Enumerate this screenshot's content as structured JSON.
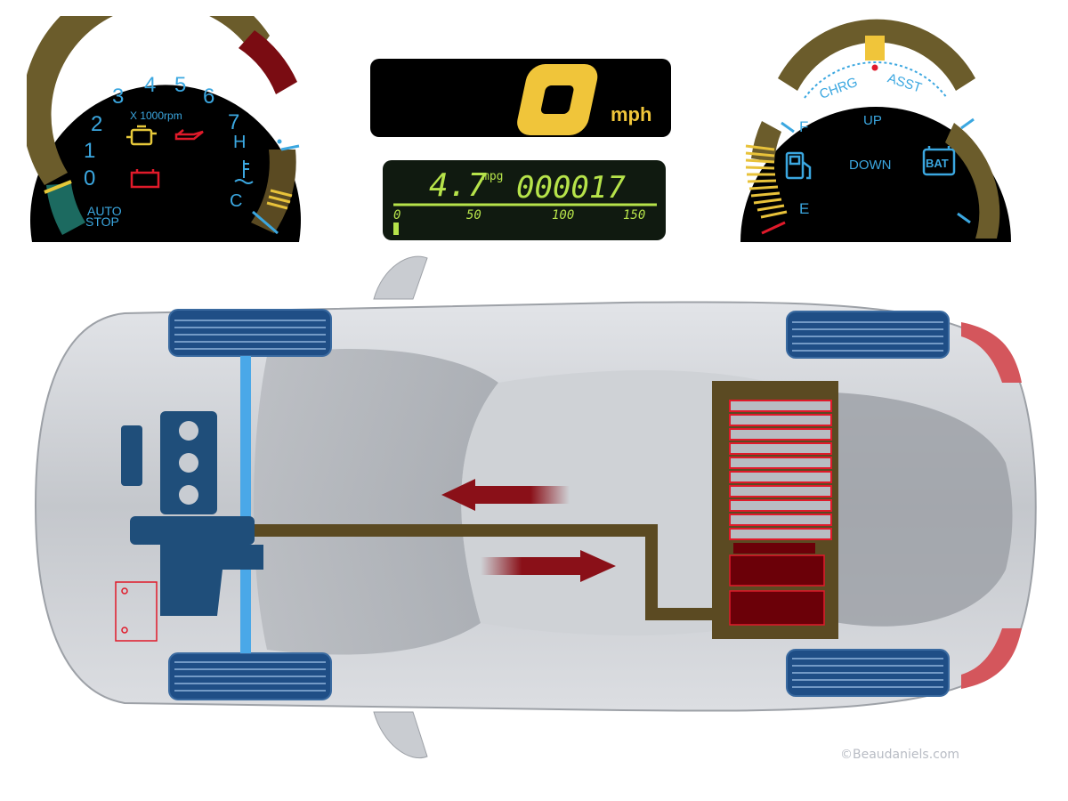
{
  "tachometer": {
    "digits": [
      "0",
      "1",
      "2",
      "3",
      "4",
      "5",
      "6",
      "7"
    ],
    "unit_label": "X 1000rpm",
    "temp_high": "H",
    "temp_cold": "C",
    "auto_stop": [
      "AUTO",
      "STOP"
    ],
    "icons": [
      "check-engine-icon",
      "oil-pressure-icon",
      "battery-warning-icon",
      "coolant-temp-icon"
    ]
  },
  "speedometer": {
    "value": "0",
    "unit": "mph"
  },
  "fuel_economy": {
    "mpg_value": "4.7",
    "mpg_unit": "mpg",
    "odometer": "000017",
    "scale": [
      "0",
      "50",
      "100",
      "150"
    ]
  },
  "charge_gauge": {
    "charge_label": "CHRG",
    "assist_label": "ASST",
    "up_label": "UP",
    "down_label": "DOWN",
    "battery_label": "BAT",
    "fuel_full": "F",
    "fuel_empty": "E",
    "icons": [
      "fuel-pump-icon",
      "battery-icon"
    ]
  },
  "vehicle": {
    "components": [
      "engine",
      "transmission",
      "electric-motor",
      "12v-battery",
      "ima-battery-pack",
      "power-cable",
      "wheel-front-left",
      "wheel-front-right",
      "wheel-rear-left",
      "wheel-rear-right"
    ],
    "flow_arrows": [
      "assist-arrow-left",
      "regen-arrow-right"
    ],
    "colors": {
      "wheel": "#1f4e86",
      "engine": "#1f4e7a",
      "cable": "#5b4a22",
      "battery": "#6b0008",
      "motor": "#4aa8e8"
    }
  },
  "credit": "©Beaudaniels.com"
}
